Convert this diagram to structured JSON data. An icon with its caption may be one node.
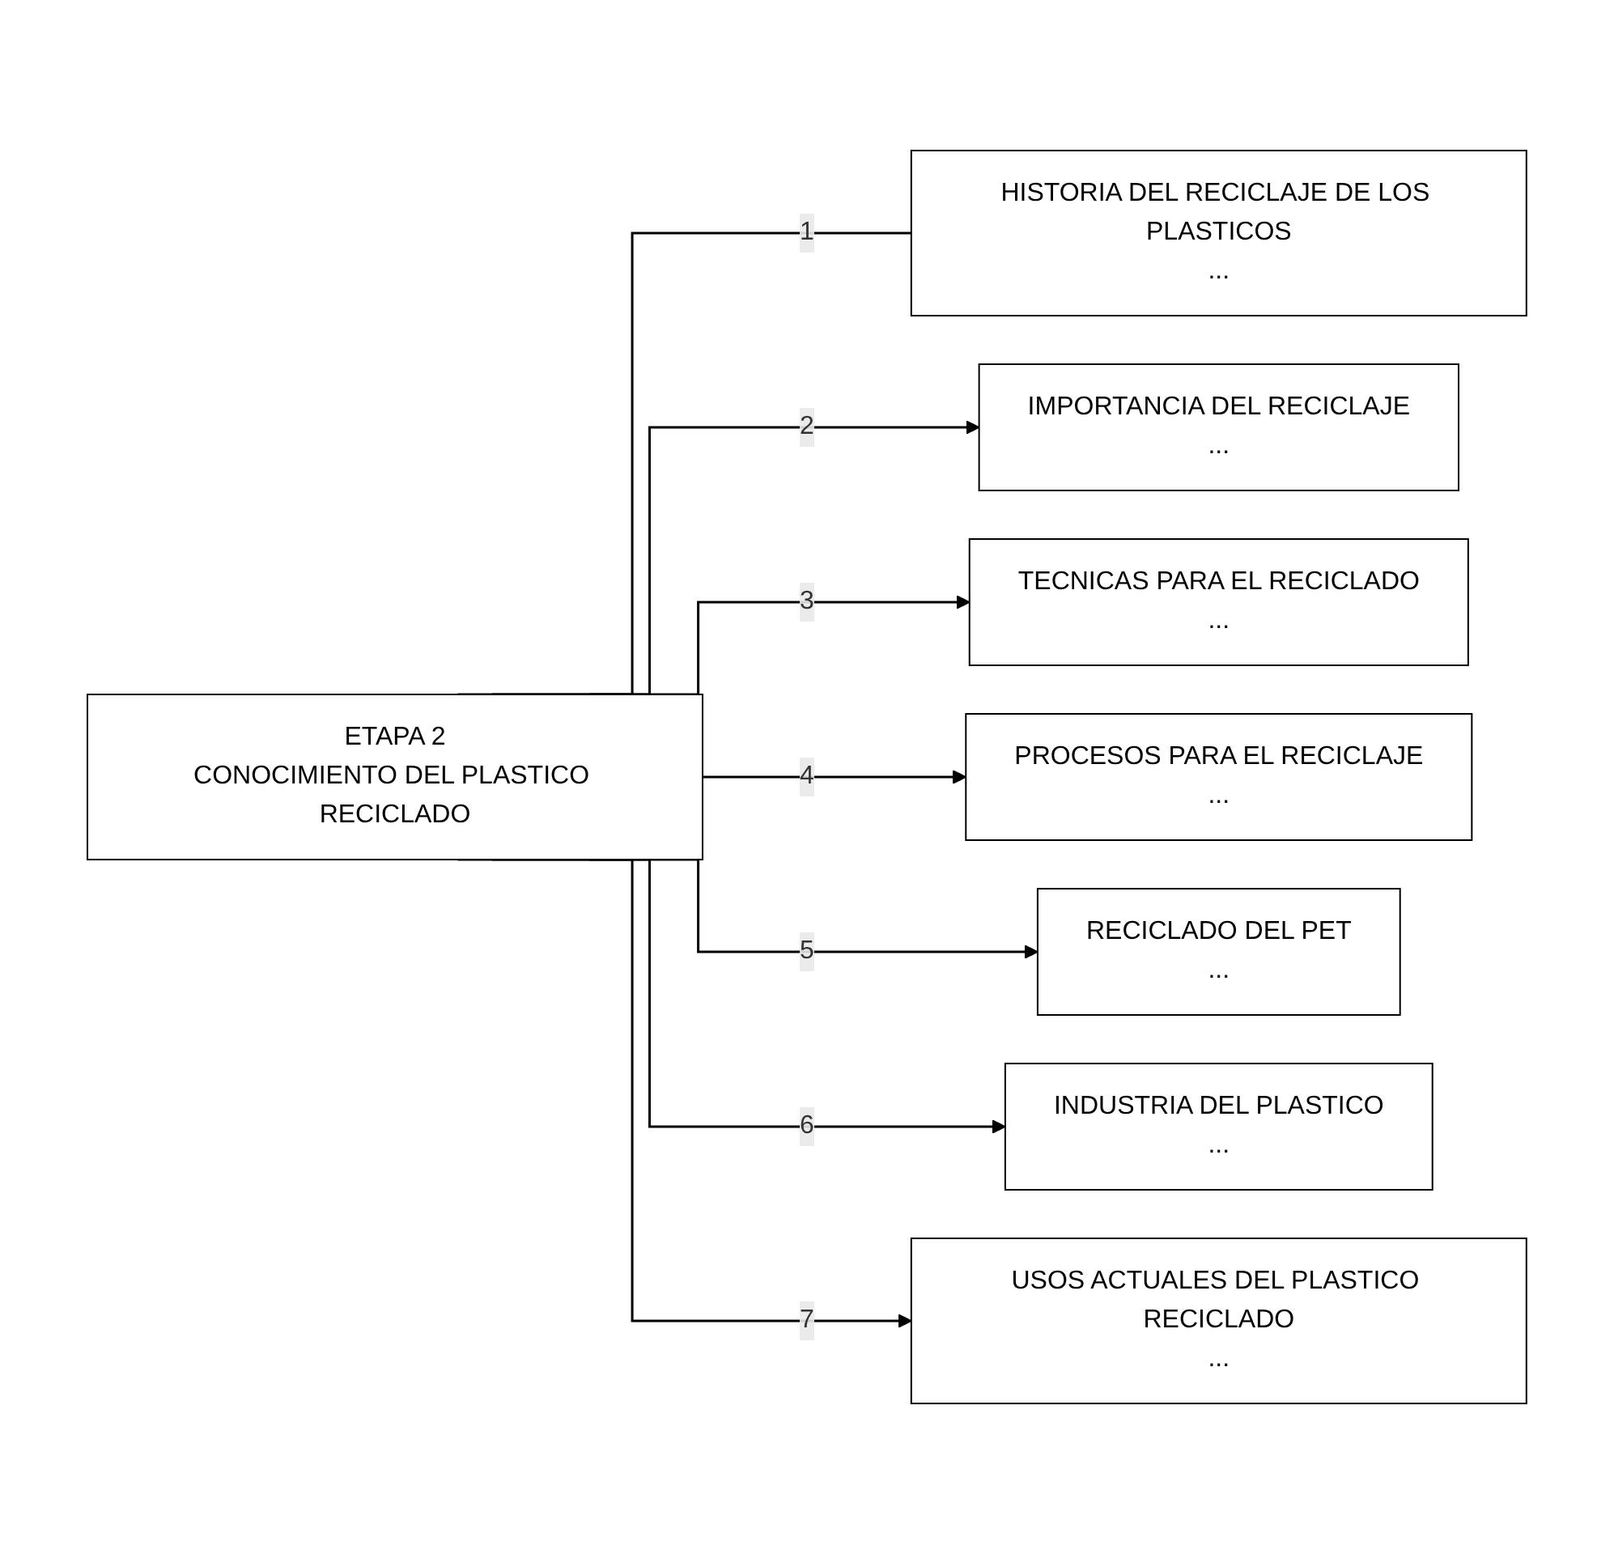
{
  "diagram": {
    "nodes": [
      {
        "text": [
          "ETAPA 2",
          "CONOCIMIENTO DEL PLASTICO RECICLADO"
        ]
      },
      {
        "text": [
          "HISTORIA DEL RECICLAJE DE LOS PLASTICOS",
          "..."
        ]
      },
      {
        "text": [
          "IMPORTANCIA DEL RECICLAJE",
          "..."
        ]
      },
      {
        "text": [
          "TECNICAS PARA EL RECICLADO",
          "..."
        ]
      },
      {
        "text": [
          "PROCESOS PARA EL RECICLAJE",
          "..."
        ]
      },
      {
        "text": [
          "RECICLADO DEL PET",
          "..."
        ]
      },
      {
        "text": [
          "INDUSTRIA DEL PLASTICO",
          "..."
        ]
      },
      {
        "text": [
          "USOS ACTUALES DEL PLASTICO RECICLADO",
          "..."
        ]
      }
    ],
    "edges": [
      {
        "from": 0,
        "to": 1,
        "arrow": "none",
        "label": "1"
      },
      {
        "from": 0,
        "to": 2,
        "arrow": "to",
        "label": "2"
      },
      {
        "from": 0,
        "to": 3,
        "arrow": "to",
        "label": "3"
      },
      {
        "from": 0,
        "to": 4,
        "arrow": "to",
        "label": "4"
      },
      {
        "from": 0,
        "to": 5,
        "arrow": "to",
        "label": "5"
      },
      {
        "from": 0,
        "to": 6,
        "arrow": "to",
        "label": "6"
      },
      {
        "from": 0,
        "to": 7,
        "arrow": "to",
        "label": "7"
      }
    ]
  }
}
